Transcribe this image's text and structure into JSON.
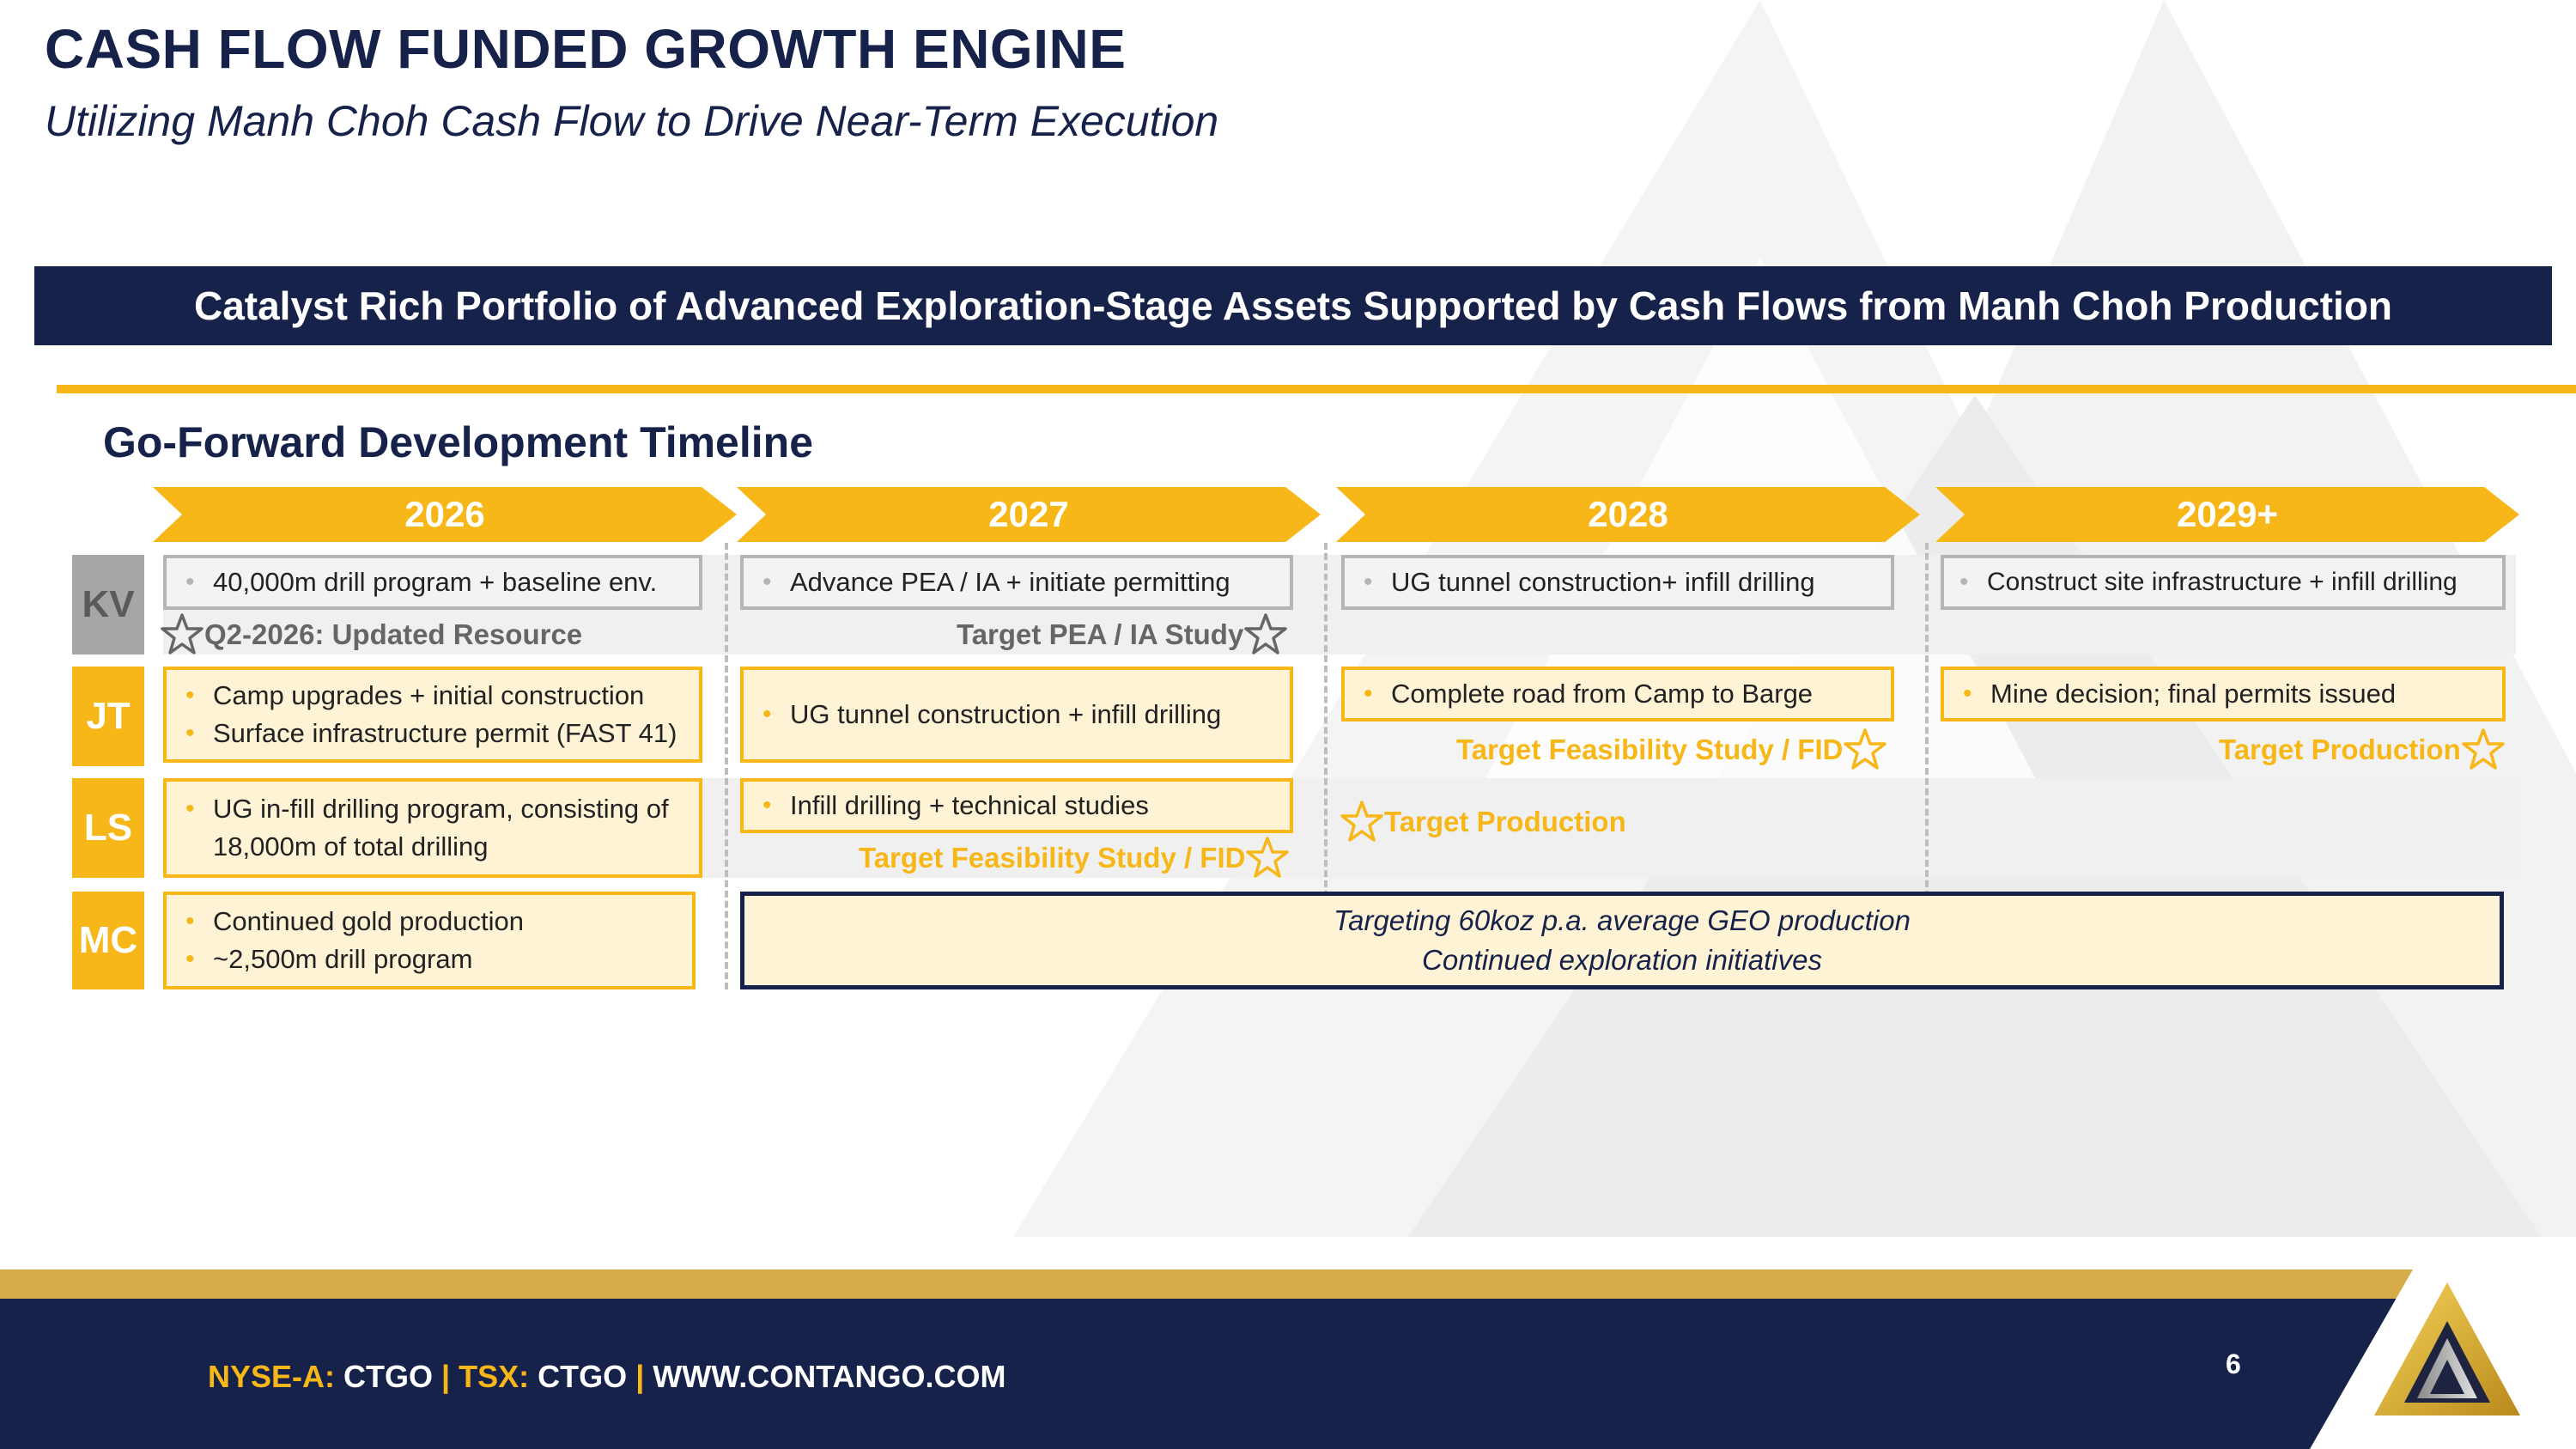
{
  "header": {
    "title": "CASH FLOW FUNDED GROWTH ENGINE",
    "subtitle": "Utilizing Manh Choh Cash Flow to Drive Near-Term Execution"
  },
  "banner": "Catalyst Rich Portfolio of Advanced Exploration-Stage Assets Supported by Cash Flows from Manh Choh Production",
  "timeline": {
    "title": "Go-Forward Development Timeline",
    "years": [
      "2026",
      "2027",
      "2028",
      "2029+"
    ],
    "rows": [
      {
        "label": "KV",
        "color": "#a6a6a6",
        "boxes": [
          [
            "40,000m drill program + baseline env."
          ],
          [
            "Advance PEA / IA + initiate permitting"
          ],
          [
            "UG tunnel construction+ infill drilling"
          ],
          [
            "Construct site infrastructure + infill drilling"
          ]
        ],
        "targets": [
          "Q2-2026: Updated Resource",
          "Target PEA / IA Study"
        ]
      },
      {
        "label": "JT",
        "color": "#f7b718",
        "boxes": [
          [
            "Camp upgrades + initial construction",
            "Surface infrastructure permit (FAST 41)"
          ],
          [
            "UG tunnel construction + infill drilling"
          ],
          [
            "Complete road from Camp to Barge"
          ],
          [
            "Mine decision; final permits issued"
          ]
        ],
        "targets": [
          "Target Feasibility Study / FID",
          "Target Production"
        ]
      },
      {
        "label": "LS",
        "color": "#f7b718",
        "boxes": [
          [
            "UG in-fill drilling program, consisting of",
            "18,000m of total drilling"
          ],
          [
            "Infill drilling + technical studies"
          ]
        ],
        "targets": [
          "Target Feasibility Study / FID",
          "Target Production"
        ]
      },
      {
        "label": "MC",
        "color": "#f7b718",
        "boxes": [
          [
            "Continued gold production",
            "~2,500m drill program"
          ]
        ],
        "span_lines": [
          "Targeting 60koz p.a. average GEO production",
          "Continued exploration initiatives"
        ]
      }
    ]
  },
  "footer": {
    "exchange1": "NYSE-A:",
    "ticker1": "CTGO",
    "sep": "|",
    "exchange2": "TSX:",
    "ticker2": "CTGO",
    "website": "WWW.CONTANGO.COM",
    "page": "6"
  },
  "colors": {
    "navy": "#16224a",
    "gold": "#f7b718",
    "grey": "#a6a6a6",
    "box_fill": "#fff3d6"
  }
}
